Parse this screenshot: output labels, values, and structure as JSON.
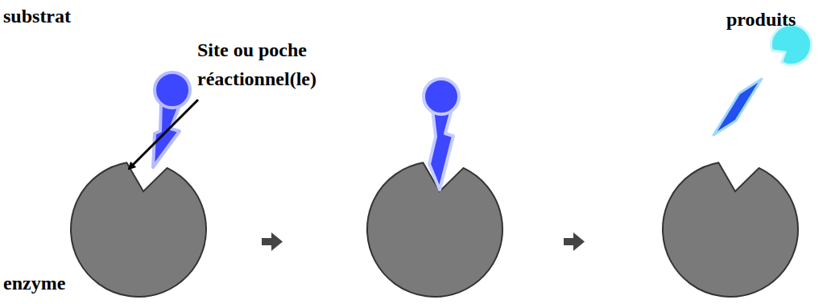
{
  "diagram": {
    "labels": [
      "substrat",
      "Site ou poche réactionnel(le)",
      "produits",
      "enzyme"
    ]
  }
}
